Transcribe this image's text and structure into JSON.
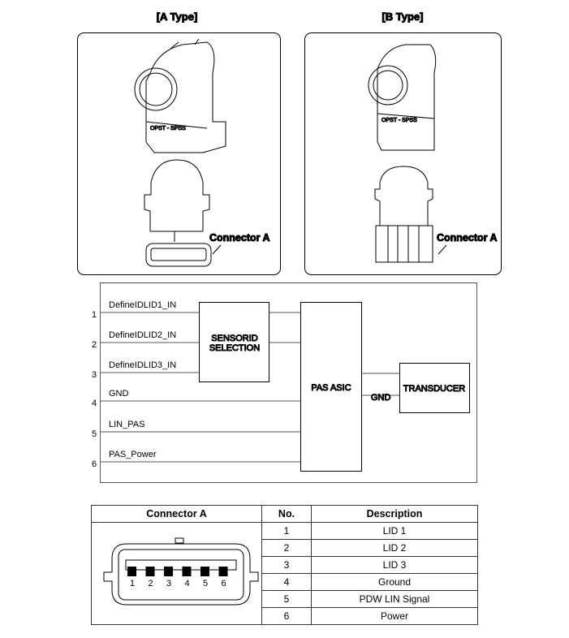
{
  "types": {
    "a_title": "[A Type]",
    "b_title": "[B Type]"
  },
  "connector_callout": "Connector A",
  "sensor_label": "OPST - SPSS",
  "block_diagram": {
    "pins": [
      "1",
      "2",
      "3",
      "4",
      "5",
      "6"
    ],
    "signals": [
      "DefineIDLID1_IN",
      "DefineIDLID2_IN",
      "DefineIDLID3_IN",
      "GND",
      "LIN_PAS",
      "PAS_Power"
    ],
    "sensorid_line1": "SENSORID",
    "sensorid_line2": "SELECTION",
    "asic": "PAS ASIC",
    "gnd": "GND",
    "transducer": "TRANSDUCER"
  },
  "table": {
    "headers": [
      "Connector A",
      "No.",
      "Description"
    ],
    "pin_numbers": [
      "1",
      "2",
      "3",
      "4",
      "5",
      "6"
    ],
    "rows": [
      {
        "no": "1",
        "desc": "LID 1"
      },
      {
        "no": "2",
        "desc": "LID 2"
      },
      {
        "no": "3",
        "desc": "LID 3"
      },
      {
        "no": "4",
        "desc": "Ground"
      },
      {
        "no": "5",
        "desc": "PDW LIN Signal"
      },
      {
        "no": "6",
        "desc": "Power"
      }
    ]
  }
}
